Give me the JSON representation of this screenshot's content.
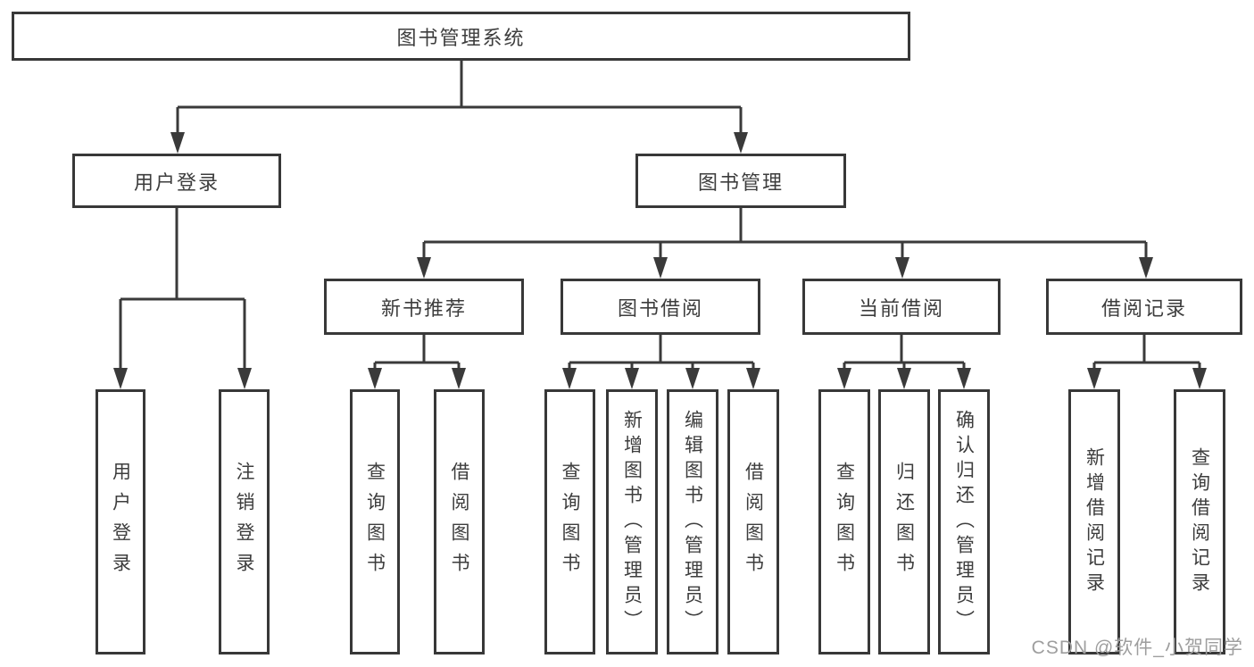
{
  "tree": {
    "label": "图书管理系统",
    "children": [
      {
        "label": "用户登录",
        "children": [
          {
            "label": "用户登录"
          },
          {
            "label": "注销登录"
          }
        ]
      },
      {
        "label": "图书管理",
        "children": [
          {
            "label": "新书推荐",
            "children": [
              {
                "label": "查询图书"
              },
              {
                "label": "借阅图书"
              }
            ]
          },
          {
            "label": "图书借阅",
            "children": [
              {
                "label": "查询图书"
              },
              {
                "label": "新增图书（管理员）"
              },
              {
                "label": "编辑图书（管理员）"
              },
              {
                "label": "借阅图书"
              }
            ]
          },
          {
            "label": "当前借阅",
            "children": [
              {
                "label": "查询图书"
              },
              {
                "label": "归还图书"
              },
              {
                "label": "确认归还（管理员）"
              }
            ]
          },
          {
            "label": "借阅记录",
            "children": [
              {
                "label": "新增借阅记录"
              },
              {
                "label": "查询借阅记录"
              }
            ]
          }
        ]
      }
    ]
  },
  "watermark": {
    "text": "CSDN @软件_小贺同学"
  },
  "colors": {
    "line": "#3a3a3a",
    "box_border": "#383838",
    "text": "#3d3d3d",
    "watermark": "#9e9e9e",
    "background": "#ffffff"
  }
}
